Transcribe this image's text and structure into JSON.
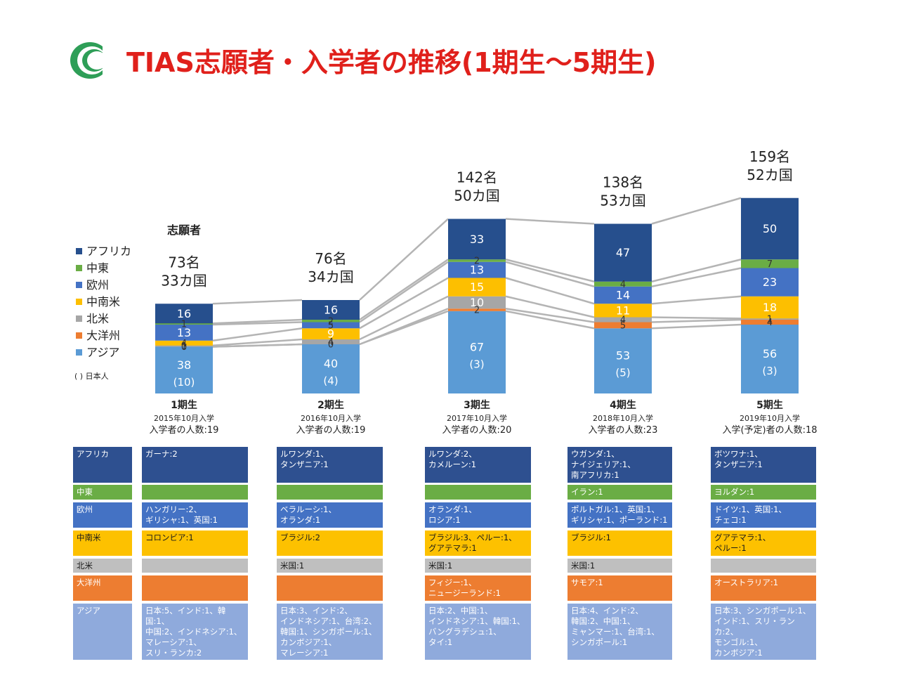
{
  "title": "TIAS志願者・入学者の推移(1期生〜5期生)",
  "colors": {
    "アフリカ": "#264f8d",
    "中東": "#6aad45",
    "欧州": "#4472c4",
    "中南米": "#fdbf00",
    "北米": "#a6a6a6",
    "大洋州": "#ed7d31",
    "アジア": "#5b9bd5",
    "table_アフリカ": "#2e5090",
    "table_中東": "#6aad45",
    "table_欧州": "#4472c4",
    "table_中南米": "#fdc100",
    "table_北米": "#bfbfbf",
    "table_大洋州": "#ed7d31",
    "table_アジア": "#8faadc",
    "title_red": "#e0201b",
    "logo_green": "#2e9e57",
    "connector": "#b4b4b4"
  },
  "chart_data": {
    "type": "bar",
    "stacked": true,
    "series_label": "志願者",
    "note": "( ) 日本人",
    "legend_position": "left",
    "categories": [
      "1期生",
      "2期生",
      "3期生",
      "4期生",
      "5期生"
    ],
    "entry": [
      "2015年10月入学",
      "2016年10月入学",
      "2017年10月入学",
      "2018年10月入学",
      "2019年10月入学"
    ],
    "enrolled": [
      "入学者の人数:19",
      "入学者の人数:19",
      "入学者の人数:20",
      "入学者の人数:23",
      "入学(予定)者の人数:18"
    ],
    "totals": [
      "73名",
      "76名",
      "142名",
      "138名",
      "159名"
    ],
    "countries": [
      "33カ国",
      "34カ国",
      "50カ国",
      "53カ国",
      "52カ国"
    ],
    "series": [
      {
        "name": "アジア",
        "values": [
          38,
          40,
          67,
          53,
          56
        ],
        "japanese": [
          "(10)",
          "(4)",
          "(3)",
          "(5)",
          "(3)"
        ]
      },
      {
        "name": "大洋州",
        "values": [
          0,
          0,
          2,
          5,
          4
        ]
      },
      {
        "name": "北米",
        "values": [
          1,
          4,
          10,
          4,
          1
        ]
      },
      {
        "name": "中南米",
        "values": [
          4,
          9,
          15,
          11,
          18
        ]
      },
      {
        "name": "欧州",
        "values": [
          13,
          5,
          13,
          14,
          23
        ]
      },
      {
        "name": "中東",
        "values": [
          1,
          2,
          2,
          4,
          7
        ]
      },
      {
        "name": "アフリカ",
        "values": [
          16,
          16,
          33,
          47,
          50
        ]
      }
    ]
  },
  "table": {
    "rows": [
      "アフリカ",
      "中東",
      "欧州",
      "中南米",
      "北米",
      "大洋州",
      "アジア"
    ],
    "cells": [
      [
        "ガーナ:2",
        "ルワンダ:1、\nタンザニア:1",
        "ルワンダ:2、\nカメルーン:1",
        "ウガンダ:1、\nナイジェリア:1、\n南アフリカ:1",
        "ボツワナ:1、\nタンザニア:1"
      ],
      [
        "",
        "",
        "",
        "イラン:1",
        "ヨルダン:1"
      ],
      [
        "ハンガリー:2、\nギリシャ:1、英国:1",
        "ベラルーシ:1、\nオランダ:1",
        "オランダ:1、\nロシア:1",
        "ポルトガル:1、英国:1、\nギリシャ:1、ポーランド:1",
        "ドイツ:1、英国:1、\nチェコ:1"
      ],
      [
        "コロンビア:1",
        "ブラジル:2",
        "ブラジル:3、ペルー:1、\nグアテマラ:1",
        "ブラジル:1",
        "グアテマラ:1、\nペルー:1"
      ],
      [
        "",
        "米国:1",
        "米国:1",
        "米国:1",
        ""
      ],
      [
        "",
        "",
        "フィジー:1、\nニュージーランド:1",
        "サモア:1",
        "オーストラリア:1"
      ],
      [
        "日本:5、インド:1、韓国:1、\n中国:2、インドネシア:1、\nマレーシア:1、\nスリ・ランカ:2",
        "日本:3、インド:2、\nインドネシア:1、台湾:2、\n韓国:1、シンガポール:1、\nカンボジア:1、\nマレーシア:1",
        "日本:2、中国:1、\nインドネシア:1、韓国:1、\nバングラデシュ:1、\nタイ:1",
        "日本:4、インド:2、\n韓国:2、中国:1、\nミャンマー:1、台湾:1、\nシンガポール:1",
        "日本:3、シンガポール:1、\nインド:1、スリ・ランカ:2、\nモンゴル:1、\nカンボジア:1"
      ]
    ]
  }
}
